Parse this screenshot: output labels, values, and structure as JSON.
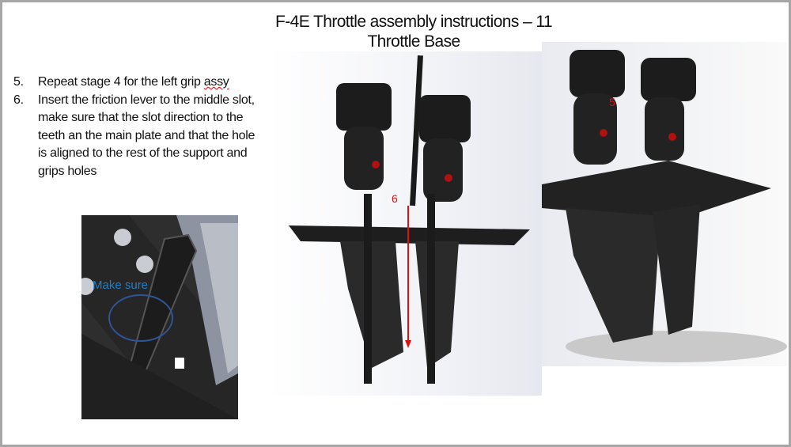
{
  "slide": {
    "title_line1": "F-4E Throttle assembly instructions – 11",
    "title_line2": "Throttle Base",
    "steps": [
      {
        "number": "5.",
        "text_before": "Repeat stage 4 for the left grip ",
        "misspelled": "assy"
      },
      {
        "number": "6.",
        "text": "Insert the friction lever to the middle slot, make sure that the slot direction to the teeth an the main plate and that the hole is aligned to the rest of the support and grips holes"
      }
    ],
    "detail_callout": "Make sure",
    "label_lever": "6",
    "label_grip": "5"
  },
  "colors": {
    "callout": "#1f7fc4",
    "annotation": "#e01010",
    "circle": "#2f5597"
  }
}
